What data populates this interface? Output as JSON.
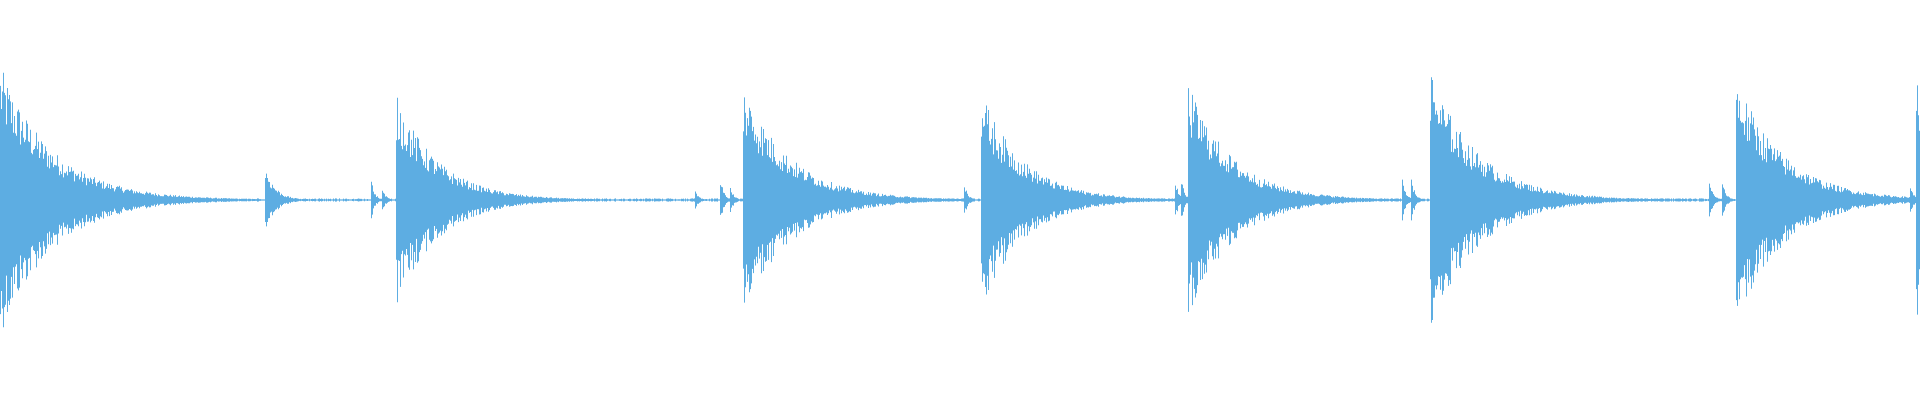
{
  "waveform": {
    "color": "#5DADE2",
    "transients": [
      {
        "time": 0.0,
        "amplitude": 1.0,
        "decay": 0.05,
        "pre": []
      },
      {
        "time": 0.138,
        "amplitude": 0.25,
        "decay": 0.01,
        "pre": []
      },
      {
        "time": 0.206,
        "amplitude": 0.78,
        "decay": 0.04,
        "pre": [
          0.193,
          0.199
        ]
      },
      {
        "time": 0.387,
        "amplitude": 0.85,
        "decay": 0.045,
        "pre": [
          0.362,
          0.375,
          0.38
        ]
      },
      {
        "time": 0.511,
        "amplitude": 0.8,
        "decay": 0.04,
        "pre": [
          0.502
        ]
      },
      {
        "time": 0.619,
        "amplitude": 0.86,
        "decay": 0.042,
        "pre": [
          0.612,
          0.615
        ]
      },
      {
        "time": 0.745,
        "amplitude": 0.96,
        "decay": 0.045,
        "pre": [
          0.73,
          0.735
        ]
      },
      {
        "time": 0.904,
        "amplitude": 0.91,
        "decay": 0.045,
        "pre": [
          0.89,
          0.897
        ]
      },
      {
        "time": 0.998,
        "amplitude": 0.92,
        "decay": 0.02,
        "pre": [
          0.995
        ]
      }
    ]
  }
}
